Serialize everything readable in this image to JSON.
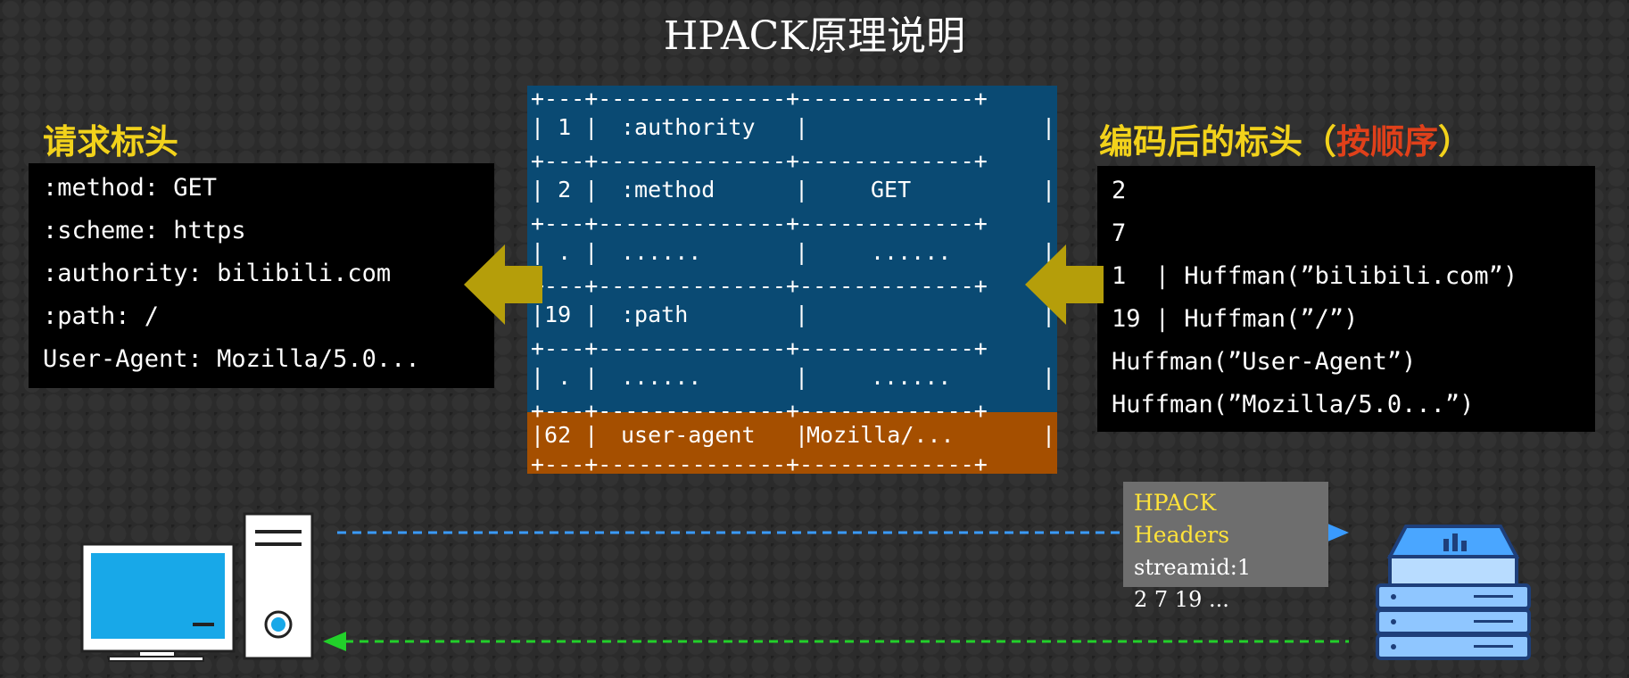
{
  "title": "HPACK原理说明",
  "request_headers": {
    "title": "请求标头",
    "lines": [
      ":method: GET",
      ":scheme: https",
      ":authority: bilibili.com",
      ":path: /",
      "User-Agent: Mozilla/5.0..."
    ]
  },
  "encoded_headers": {
    "title_main": "编码后的标头（",
    "title_accent": "按顺序",
    "title_end": "）",
    "lines": [
      "2",
      "7",
      "1  | Huffman(”bilibili.com”)",
      "19 | Huffman(”/”)",
      "Huffman(”User-Agent”)",
      "Huffman(”Mozilla/5.0...”)"
    ]
  },
  "table": {
    "rows": [
      {
        "index": "| 1 |",
        "name": ":authority",
        "value": ""
      },
      {
        "index": "| 2 |",
        "name": ":method",
        "value": "GET"
      },
      {
        "index": "| . |",
        "name": "......",
        "value": "......"
      },
      {
        "index": "|19 |",
        "name": ":path",
        "value": ""
      },
      {
        "index": "| . |",
        "name": "......",
        "value": "......"
      },
      {
        "index": "|62 |",
        "name": "user-agent",
        "value": "Mozilla/..."
      }
    ],
    "static_color": "#0a4a73",
    "dynamic_color": "#a54f00"
  },
  "frame": {
    "title": "HPACK Headers",
    "line1": "streamid:1",
    "line2": "2 7 19 ..."
  },
  "colors": {
    "arrow": "#b59e0a",
    "request_line": "#3a9bff",
    "response_line": "#22d02a",
    "client_screen": "#18a8e8",
    "server_blue": "#4aa6ff"
  },
  "icons": [
    "left-arrow-icon",
    "left-arrow-icon",
    "computer-icon",
    "server-icon"
  ]
}
